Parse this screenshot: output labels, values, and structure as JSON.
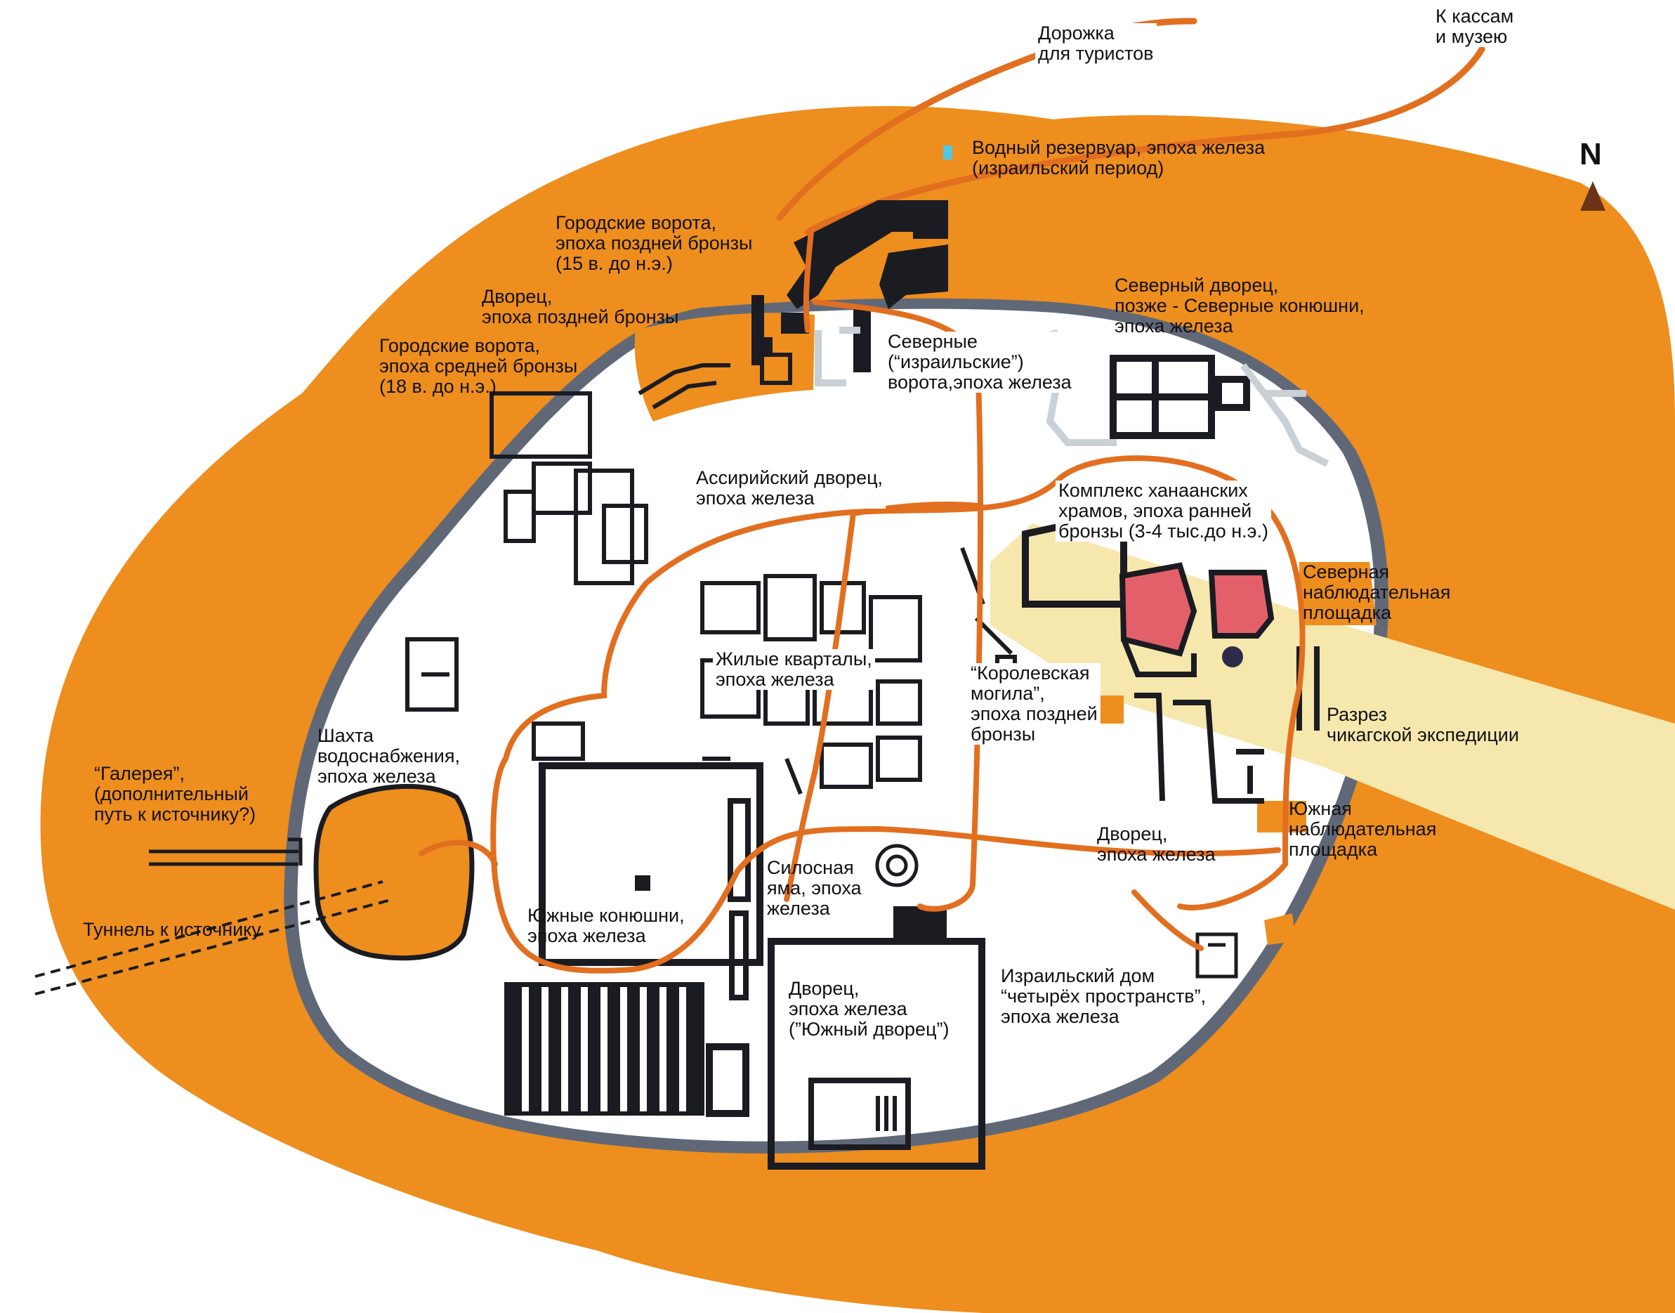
{
  "north_label": "N",
  "colors": {
    "tell": "#ee8e1e",
    "plain": "#ffffff",
    "wall": "#606878",
    "path": "#e26f1f",
    "building": "#1b1b22",
    "temple": "#e3606a",
    "trench": "#f6e7ad",
    "reservoir": "#52c7e3",
    "north_arrow": "#6b3319"
  },
  "labels": {
    "tourist_path": [
      "Дорожка",
      "для туристов"
    ],
    "to_ticket_office": [
      "К кассам",
      "и музею"
    ],
    "water_reservoir": [
      "Водный резервуар, эпоха железа",
      "(израильский период)"
    ],
    "city_gate_late_bronze": [
      "Городские ворота,",
      "эпоха поздней бронзы",
      "(15 в. до н.э.)"
    ],
    "palace_late_bronze": [
      "Дворец,",
      "эпоха поздней бронзы"
    ],
    "city_gate_middle_bronze": [
      "Городские ворота,",
      "эпоха средней бронзы",
      "(18 в. до н.э.)"
    ],
    "north_israelite_gate": [
      "Северные",
      "(“израильские”)",
      "ворота,эпоха железа"
    ],
    "north_palace": [
      "Северный дворец,",
      "позже - Северные конюшни,",
      "эпоха железа"
    ],
    "assyrian_palace": [
      "Ассирийский дворец,",
      "эпоха железа"
    ],
    "canaanite_temples": [
      "Комплекс ханаанских",
      "храмов, эпоха ранней",
      "бронзы (3-4 тыс.до н.э.)"
    ],
    "north_lookout": [
      "Северная",
      "наблюдательная",
      "площадка"
    ],
    "residential_quarters": [
      "Жилые кварталы,",
      "эпоха железа"
    ],
    "royal_tomb": [
      "“Королевская",
      "могила”,",
      "эпоха поздней",
      "бронзы"
    ],
    "chicago_trench": [
      "Разрез",
      "чикагской экспедиции"
    ],
    "water_shaft": [
      "Шахта",
      "водоснабжения,",
      "эпоха железа"
    ],
    "gallery": [
      "“Галерея”,",
      "(дополнительный",
      "путь к источнику?)"
    ],
    "south_lookout": [
      "Южная",
      "наблюдательная",
      "площадка"
    ],
    "palace_iron": [
      "Дворец,",
      "эпоха железа"
    ],
    "silo_pit": [
      "Силосная",
      "яма, эпоха",
      "железа"
    ],
    "south_stables": [
      "Южные конюшни,",
      "эпоха железа"
    ],
    "tunnel": [
      "Туннель к источнику"
    ],
    "israelite_house": [
      "Израильский дом",
      "“четырёх пространств”,",
      "эпоха железа"
    ],
    "south_palace": [
      "Дворец,",
      "эпоха железа",
      "(”Южный дворец”)"
    ]
  }
}
